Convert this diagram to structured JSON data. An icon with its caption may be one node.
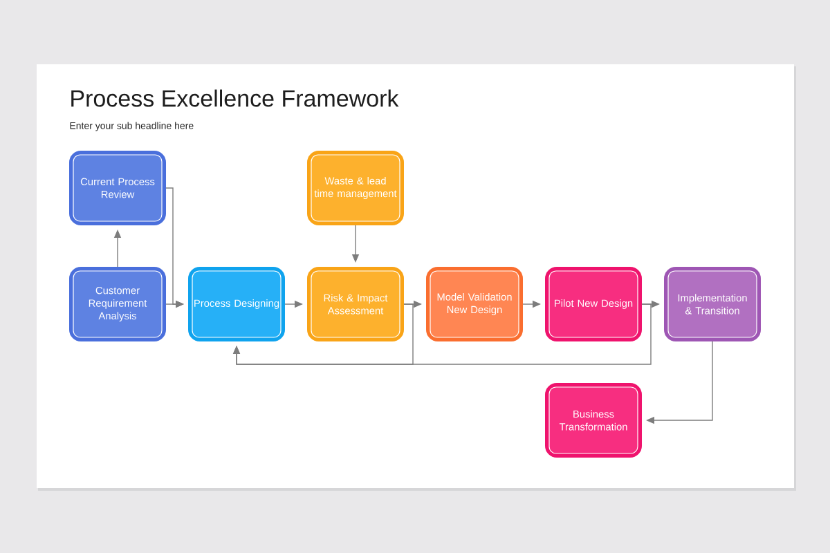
{
  "diagram": {
    "title": "Process Excellence Framework",
    "nodes": [
      {
        "text": [
          "Current Process Review"
        ]
      },
      {
        "text": [
          "Customer Requirement Analysis"
        ]
      },
      {
        "text": [
          "Process Designing"
        ]
      },
      {
        "text": [
          "Waste & lead time management"
        ]
      },
      {
        "text": [
          "Risk & Impact Assessment"
        ]
      },
      {
        "text": [
          "Model Validation New Design"
        ]
      },
      {
        "text": [
          "Pilot New Design"
        ]
      },
      {
        "text": [
          "Implementation & Transition"
        ]
      },
      {
        "text": [
          "Business Transformation"
        ]
      }
    ],
    "edges": [
      {
        "from": 1,
        "to": 0,
        "arrow": "to"
      },
      {
        "from": 0,
        "to": 2,
        "arrow": "to"
      },
      {
        "from": 1,
        "to": 2,
        "arrow": "to"
      },
      {
        "from": 2,
        "to": 4,
        "arrow": "to"
      },
      {
        "from": 3,
        "to": 4,
        "arrow": "to"
      },
      {
        "from": 4,
        "to": 5,
        "arrow": "to"
      },
      {
        "from": 5,
        "to": 6,
        "arrow": "to"
      },
      {
        "from": 6,
        "to": 7,
        "arrow": "to"
      },
      {
        "from": 7,
        "to": 8,
        "arrow": "to"
      },
      {
        "from": 4,
        "to": 2,
        "arrow": "to"
      },
      {
        "from": 6,
        "to": 2,
        "arrow": "to"
      }
    ],
    "labels": [
      "Enter your sub headline here"
    ]
  }
}
